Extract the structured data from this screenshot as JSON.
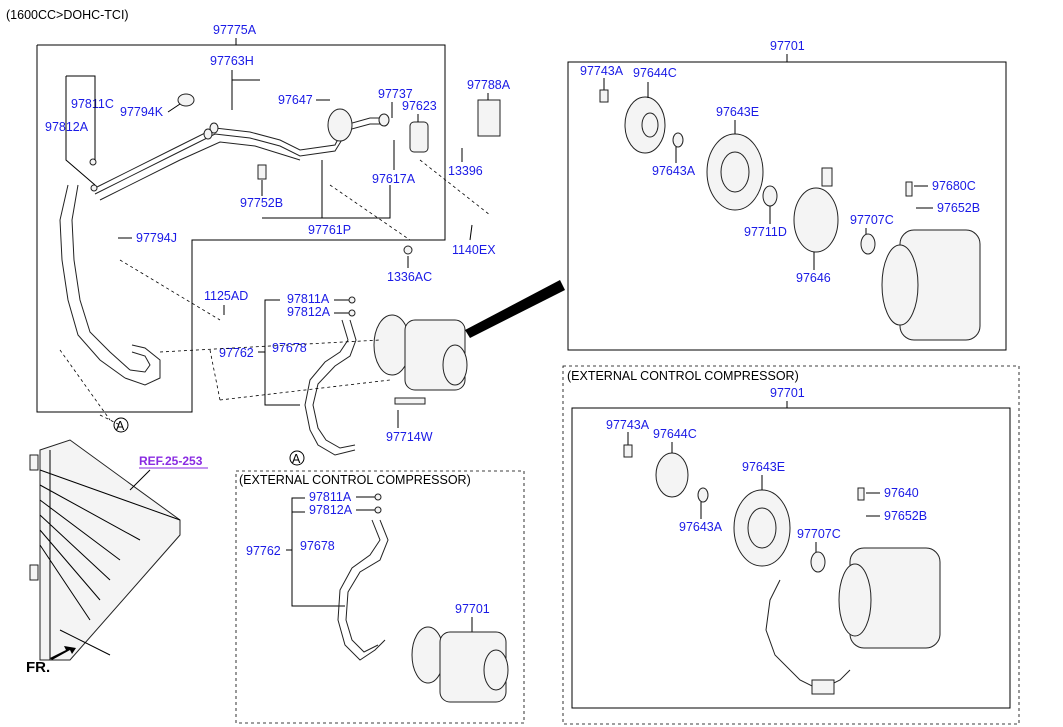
{
  "header": {
    "title": "(1600CC>DOHC-TCI)"
  },
  "main_assembly": {
    "label": "97775A",
    "parts": [
      "97763H",
      "97811C",
      "97812A",
      "97794K",
      "97647",
      "97737",
      "97623",
      "97788A",
      "13396",
      "97617A",
      "97752B",
      "97761P",
      "1336AC",
      "1140EX",
      "97794J",
      "1125AD",
      "97811A",
      "97812A",
      "97762",
      "97678",
      "97714W",
      "A",
      "A"
    ]
  },
  "compressor_box": {
    "label": "97701",
    "parts": [
      "97743A",
      "97644C",
      "97643E",
      "97643A",
      "97711D",
      "97646",
      "97707C",
      "97680C",
      "97652B"
    ]
  },
  "external_small": {
    "title": "(EXTERNAL CONTROL COMPRESSOR)",
    "parts": [
      "97811A",
      "97812A",
      "97762",
      "97678",
      "97701"
    ]
  },
  "external_large": {
    "title": "(EXTERNAL CONTROL COMPRESSOR)",
    "label": "97701",
    "parts": [
      "97743A",
      "97644C",
      "97643E",
      "97643A",
      "97707C",
      "97640",
      "97652B"
    ]
  },
  "ref": "REF.25-253",
  "front": "FR."
}
